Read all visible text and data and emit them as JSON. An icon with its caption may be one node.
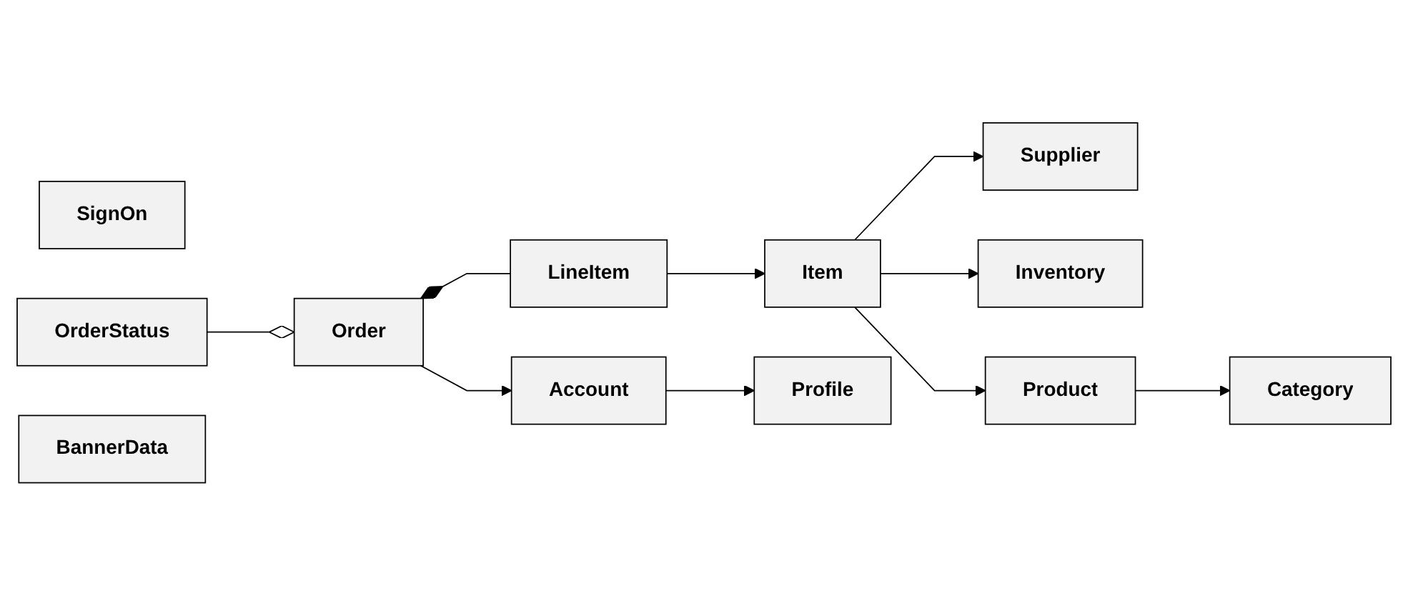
{
  "diagram": {
    "nodes": [
      {
        "text": [
          "SignOn"
        ]
      },
      {
        "text": [
          "OrderStatus"
        ]
      },
      {
        "text": [
          "Supplier"
        ]
      },
      {
        "text": [
          "Order"
        ]
      },
      {
        "text": [
          "LineItem"
        ]
      },
      {
        "text": [
          "Item"
        ]
      },
      {
        "text": [
          "Inventory"
        ]
      },
      {
        "text": [
          "BannerData"
        ]
      },
      {
        "text": [
          "Profile"
        ]
      },
      {
        "text": [
          "Account"
        ]
      },
      {
        "text": [
          "Product"
        ]
      },
      {
        "text": [
          "Category"
        ]
      }
    ],
    "edges": [
      {
        "from": 1,
        "to": 3,
        "arrow": "other"
      },
      {
        "from": 3,
        "to": 4,
        "arrow": "other"
      },
      {
        "from": 3,
        "to": 9,
        "arrow": "to"
      },
      {
        "from": 9,
        "to": 8,
        "arrow": "to"
      },
      {
        "from": 4,
        "to": 5,
        "arrow": "to"
      },
      {
        "from": 5,
        "to": 2,
        "arrow": "to"
      },
      {
        "from": 5,
        "to": 6,
        "arrow": "to"
      },
      {
        "from": 5,
        "to": 10,
        "arrow": "to"
      },
      {
        "from": 10,
        "to": 11,
        "arrow": "to"
      }
    ]
  }
}
